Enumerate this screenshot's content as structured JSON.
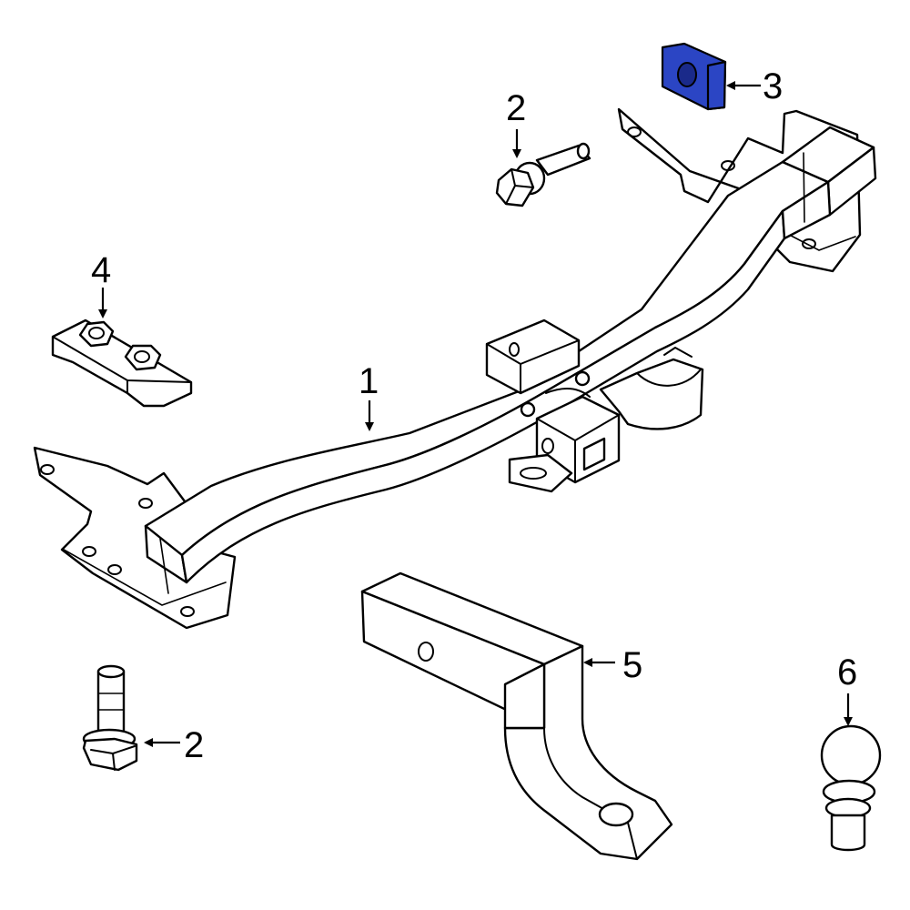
{
  "diagram": {
    "highlight_color": "#2b45c4",
    "parts": [
      {
        "id": "receiver-hitch-frame",
        "callout": "1"
      },
      {
        "id": "bolt-upper",
        "callout": "2"
      },
      {
        "id": "bolt-lower",
        "callout": "2"
      },
      {
        "id": "spacer-plate",
        "callout": "3",
        "highlighted": true
      },
      {
        "id": "nut-plate",
        "callout": "4"
      },
      {
        "id": "ball-mount",
        "callout": "5"
      },
      {
        "id": "hitch-ball",
        "callout": "6"
      }
    ]
  }
}
